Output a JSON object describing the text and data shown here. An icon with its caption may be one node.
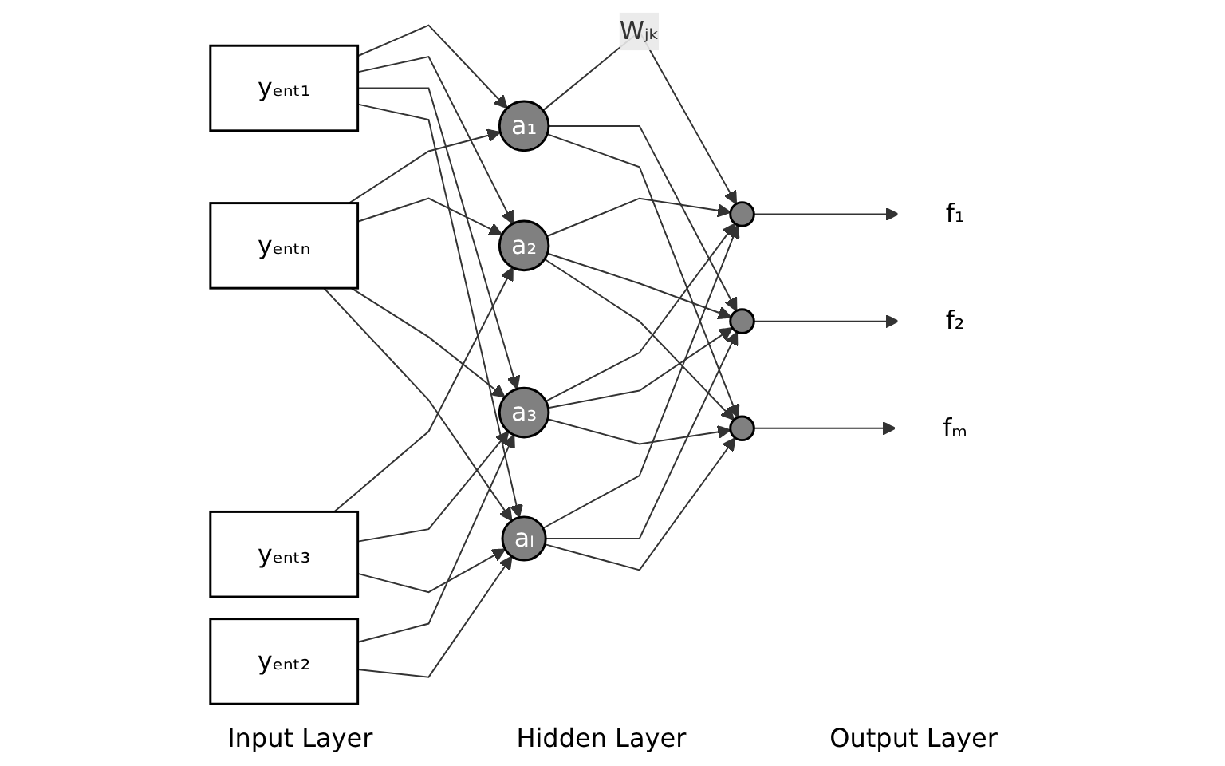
{
  "diagram": {
    "nodes": [
      {
        "text": [
          "yₑₙₜ₁"
        ]
      },
      {
        "text": [
          "yₑₙₜ₂"
        ]
      },
      {
        "text": [
          "yₑₙₜ₃"
        ]
      },
      {
        "text": [
          "yₑₙₜₙ"
        ]
      },
      {
        "text": [
          "a₁"
        ]
      },
      {
        "text": [
          "a₂"
        ]
      },
      {
        "text": [
          "a₃"
        ]
      },
      {
        "text": [
          "aₗ"
        ]
      },
      {
        "text": [],
        "shape": "circle"
      },
      {
        "text": [],
        "shape": "circle"
      },
      {
        "text": [],
        "shape": "circle"
      },
      {
        "text": [
          "f₁"
        ]
      },
      {
        "text": [
          "f₂"
        ]
      },
      {
        "text": [
          "fₘ"
        ]
      }
    ],
    "edges": [
      {
        "from": 0,
        "to": 4,
        "arrow": "to"
      },
      {
        "from": 0,
        "to": 5,
        "arrow": "to"
      },
      {
        "from": 0,
        "to": 6,
        "arrow": "to"
      },
      {
        "from": 0,
        "to": 7,
        "arrow": "to"
      },
      {
        "from": 1,
        "to": 6,
        "arrow": "to"
      },
      {
        "from": 1,
        "to": 7,
        "arrow": "to"
      },
      {
        "from": 2,
        "to": 5,
        "arrow": "to"
      },
      {
        "from": 2,
        "to": 6,
        "arrow": "to"
      },
      {
        "from": 2,
        "to": 7,
        "arrow": "to"
      },
      {
        "from": 3,
        "to": 4,
        "arrow": "to"
      },
      {
        "from": 3,
        "to": 5,
        "arrow": "to"
      },
      {
        "from": 3,
        "to": 6,
        "arrow": "to"
      },
      {
        "from": 3,
        "to": 7,
        "arrow": "to"
      },
      {
        "from": 4,
        "to": 8,
        "label": "Wⱼₖ",
        "arrow": "to"
      },
      {
        "from": 4,
        "to": 9,
        "arrow": "to"
      },
      {
        "from": 4,
        "to": 10,
        "arrow": "to"
      },
      {
        "from": 5,
        "to": 8,
        "arrow": "to"
      },
      {
        "from": 5,
        "to": 9,
        "arrow": "to"
      },
      {
        "from": 5,
        "to": 10,
        "arrow": "to"
      },
      {
        "from": 6,
        "to": 8,
        "arrow": "to"
      },
      {
        "from": 6,
        "to": 9,
        "arrow": "to"
      },
      {
        "from": 6,
        "to": 10,
        "arrow": "to"
      },
      {
        "from": 7,
        "to": 8,
        "arrow": "to"
      },
      {
        "from": 7,
        "to": 9,
        "arrow": "to"
      },
      {
        "from": 7,
        "to": 10,
        "arrow": "to"
      },
      {
        "from": 8,
        "to": 11,
        "arrow": "to"
      },
      {
        "from": 9,
        "to": 12,
        "arrow": "to"
      },
      {
        "from": 10,
        "to": 13,
        "arrow": "to"
      }
    ],
    "labels": [
      "Input Layer",
      "Hidden Layer",
      "Output Layer"
    ]
  }
}
